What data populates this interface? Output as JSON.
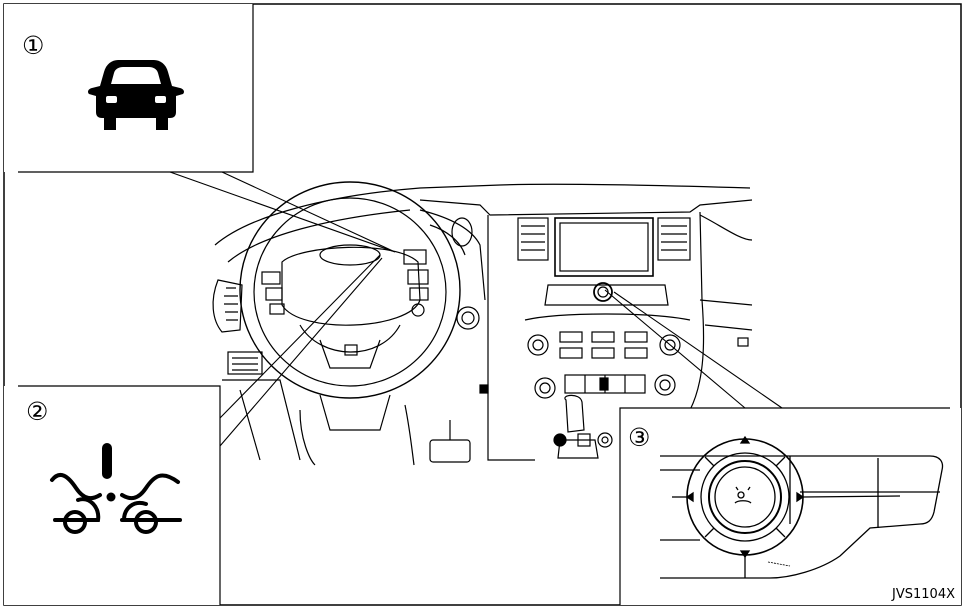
{
  "figure_code": "JVS1104X",
  "callouts": [
    {
      "number": "①",
      "icon": "vehicle-ahead-icon"
    },
    {
      "number": "②",
      "icon": "intelligent-brake-assist-warning-icon"
    },
    {
      "number": "③",
      "icon": "control-panel-dial-icon"
    }
  ],
  "colors": {
    "line": "#000000",
    "background": "#ffffff"
  }
}
